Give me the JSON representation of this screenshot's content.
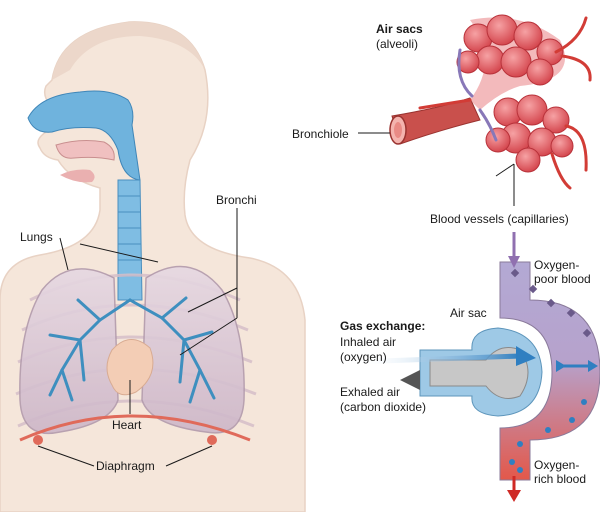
{
  "labels": {
    "air_sacs": "Air sacs",
    "alveoli": "(alveoli)",
    "bronchiole": "Bronchiole",
    "bronchi": "Bronchi",
    "lungs": "Lungs",
    "blood_vessels": "Blood vessels (capillaries)",
    "oxygen_poor_1": "Oxygen-",
    "oxygen_poor_2": "poor blood",
    "air_sac": "Air sac",
    "gas_exchange": "Gas exchange:",
    "inhaled_1": "Inhaled air",
    "inhaled_2": "(oxygen)",
    "exhaled_1": "Exhaled air",
    "exhaled_2": "(carbon dioxide)",
    "heart": "Heart",
    "diaphragm": "Diaphragm",
    "oxygen_rich_1": "Oxygen-",
    "oxygen_rich_2": "rich blood"
  },
  "colors": {
    "skin": "#f4e4d8",
    "airway": "#6fb3dd",
    "lung": "#d9c7d6",
    "alveoli": "#e0505a",
    "vessel": "#cf3a36",
    "oxygen_poor": "#9c8fc0",
    "oxygen_rich": "#e05545",
    "inhaled_arrow": "#2f7fc1",
    "exhaled_arrow": "#5a5a5a"
  }
}
